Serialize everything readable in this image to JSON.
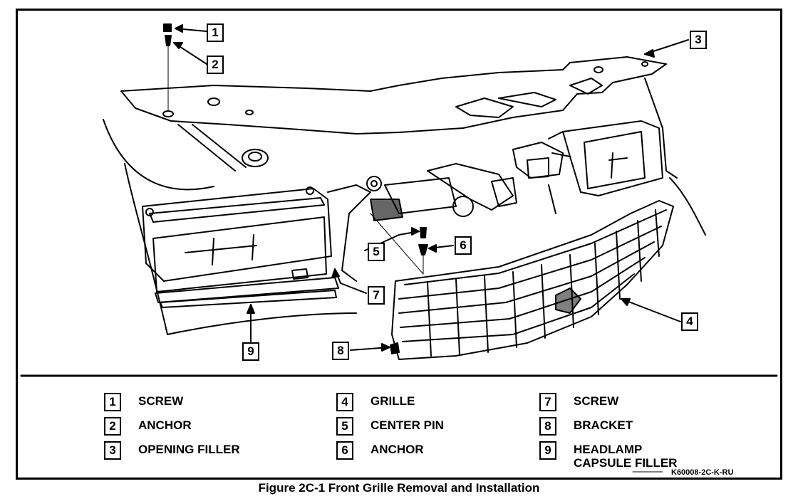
{
  "callouts": {
    "c1": "1",
    "c2": "2",
    "c3": "3",
    "c4": "4",
    "c5": "5",
    "c6": "6",
    "c7": "7",
    "c8": "8",
    "c9": "9"
  },
  "legend": [
    {
      "num": "1",
      "label": "SCREW"
    },
    {
      "num": "2",
      "label": "ANCHOR"
    },
    {
      "num": "3",
      "label": "OPENING FILLER"
    },
    {
      "num": "4",
      "label": "GRILLE"
    },
    {
      "num": "5",
      "label": "CENTER PIN"
    },
    {
      "num": "6",
      "label": "ANCHOR"
    },
    {
      "num": "7",
      "label": "SCREW"
    },
    {
      "num": "8",
      "label": "BRACKET"
    },
    {
      "num": "9",
      "label": "HEADLAMP CAPSULE FILLER"
    }
  ],
  "reference_code": "K60008-2C-K-RU",
  "caption": "Figure 2C-1 Front Grille Removal and Installation"
}
